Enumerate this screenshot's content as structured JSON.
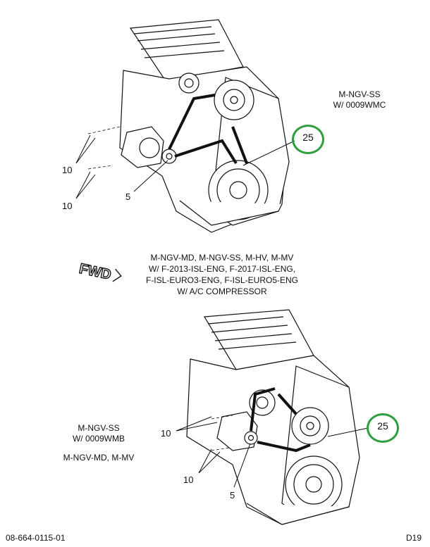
{
  "top_diagram": {
    "variant_text": [
      "M-NGV-SS",
      "W/ 0009WMC"
    ],
    "callouts": {
      "ten_a": "10",
      "ten_b": "10",
      "five": "5",
      "twentyfive": "25"
    }
  },
  "middle_note": {
    "lines": [
      "M-NGV-MD, M-NGV-SS, M-HV, M-MV",
      "W/ F-2013-ISL-ENG, F-2017-ISL-ENG,",
      "F-ISL-EURO3-ENG, F-ISL-EURO5-ENG",
      "W/ A/C COMPRESSOR"
    ],
    "fwd_label": "FWD"
  },
  "bottom_diagram": {
    "variant_text": [
      "M-NGV-SS",
      "W/ 0009WMB"
    ],
    "variant_text_2": "M-NGV-MD, M-MV",
    "callouts": {
      "ten_a": "10",
      "ten_b": "10",
      "five": "5",
      "twentyfive": "25"
    }
  },
  "footer": {
    "part_number": "08-664-0115-01",
    "page_code": "D19"
  },
  "colors": {
    "callout_circle": "#2e9e3e",
    "line": "#111111"
  }
}
